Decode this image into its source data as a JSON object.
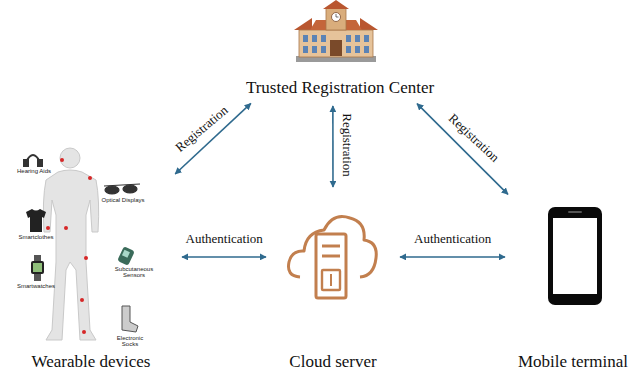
{
  "diagram": {
    "nodes": [
      {
        "text": [
          "Trusted Registration Center"
        ]
      },
      {
        "text": [
          "Wearable devices"
        ]
      },
      {
        "text": [
          "Cloud server"
        ]
      },
      {
        "text": [
          "Mobile terminal"
        ]
      }
    ],
    "edges": [
      {
        "from": 0,
        "to": 1,
        "label": "Registration",
        "arrow": "both"
      },
      {
        "from": 0,
        "to": 2,
        "label": "Registration",
        "arrow": "both"
      },
      {
        "from": 0,
        "to": 3,
        "label": "Registration",
        "arrow": "both"
      },
      {
        "from": 1,
        "to": 2,
        "label": "Authentication",
        "arrow": "both"
      },
      {
        "from": 2,
        "to": 3,
        "label": "Authentication",
        "arrow": "both"
      }
    ],
    "labels": [
      "Hearing Aids",
      "Optical Displays",
      "Smartclothes",
      "Smartwatches",
      "Subcutaneous Sensors",
      "Electronic Socks"
    ]
  }
}
